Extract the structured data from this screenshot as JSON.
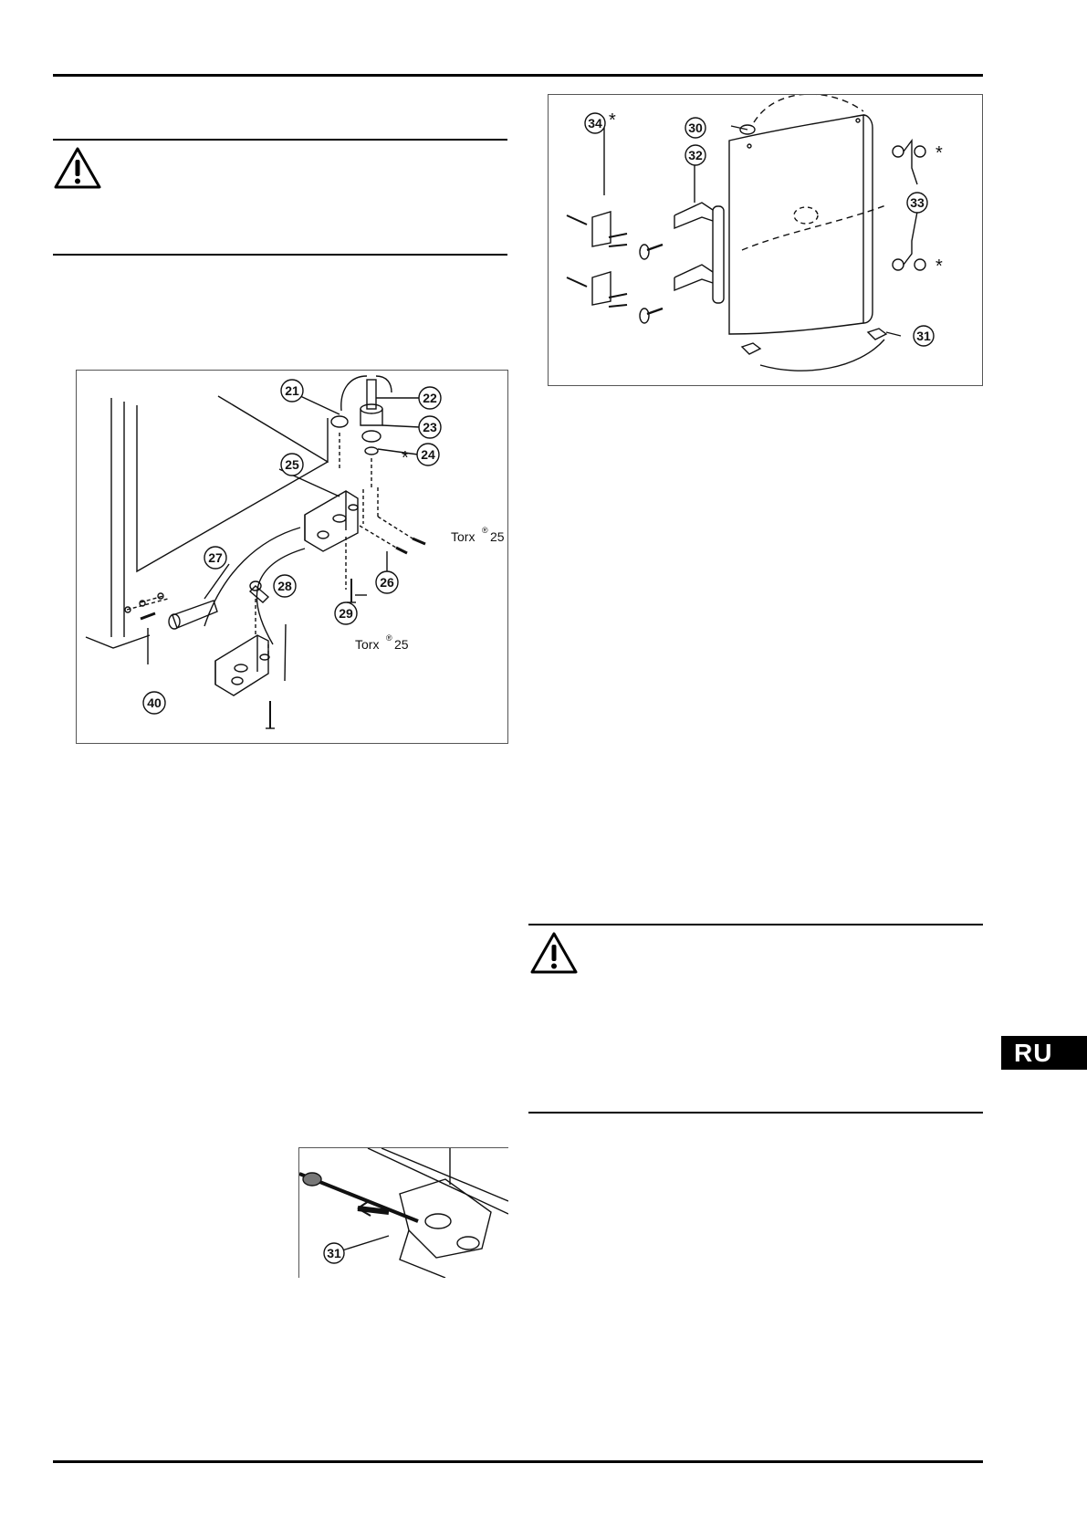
{
  "language_tab": "RU",
  "figure_left_labels": {
    "c21": "21",
    "c22": "22",
    "c23": "23",
    "c24": "24",
    "c25": "25",
    "c26": "26",
    "c27": "27",
    "c28": "28",
    "c29": "29",
    "c40": "40",
    "torx_a": "Torx",
    "torx_a_sup": "®",
    "torx_a_size": "25",
    "torx_b": "Torx",
    "torx_b_sup": "®",
    "torx_b_size": "25",
    "star": "*"
  },
  "figure_right_labels": {
    "c30": "30",
    "c31": "31",
    "c32": "32",
    "c33": "33",
    "c34": "34",
    "star": "*"
  },
  "figure_small_labels": {
    "c31": "31"
  }
}
